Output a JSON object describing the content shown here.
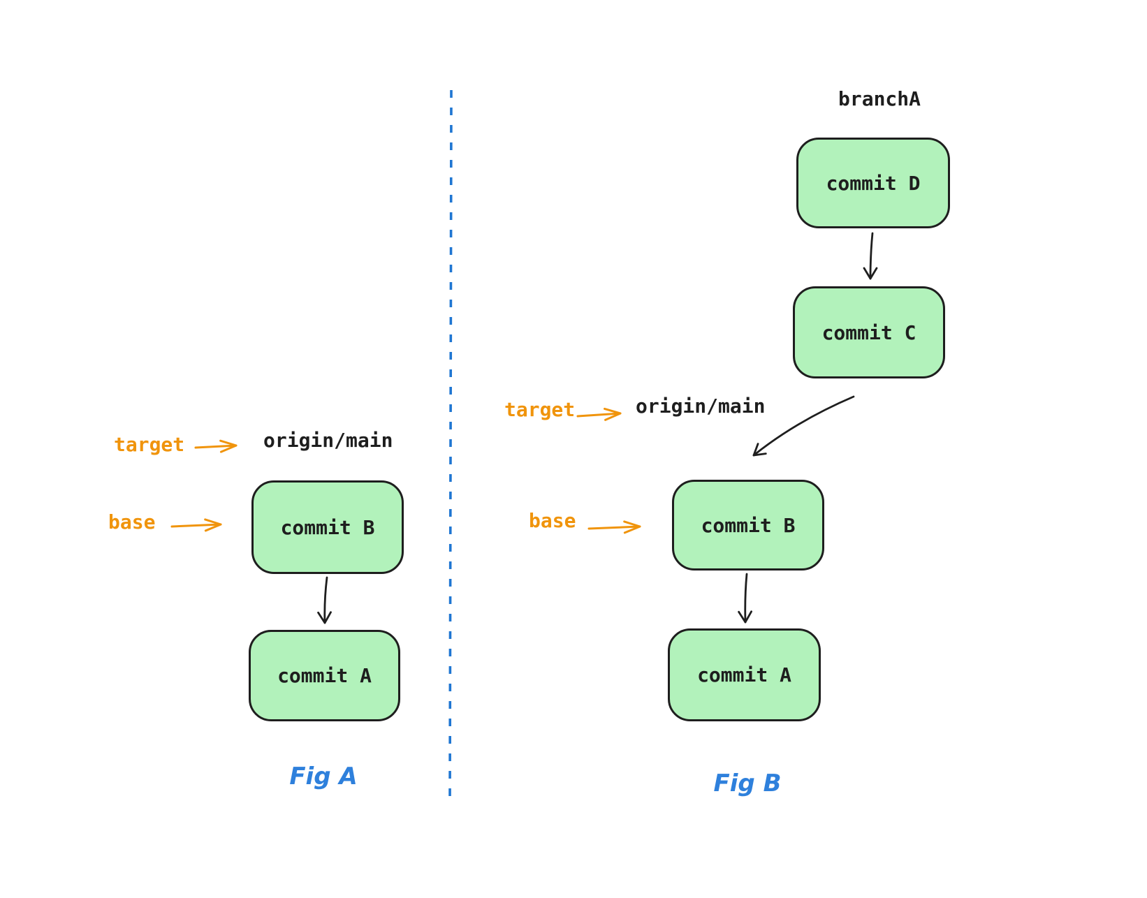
{
  "colors": {
    "background": "#ffffff",
    "node_fill": "#b2f2bb",
    "node_stroke": "#1e1e1e",
    "text": "#1e1e1e",
    "label_orange": "#f0940c",
    "divider_blue": "#1f76d2",
    "caption_blue": "#2e80dc"
  },
  "fig_a": {
    "caption": "Fig A",
    "target_label": "target",
    "base_label": "base",
    "ref_label": "origin/main",
    "commits": {
      "b": "commit B",
      "a": "commit A"
    }
  },
  "fig_b": {
    "caption": "Fig B",
    "branch_label": "branchA",
    "target_label": "target",
    "base_label": "base",
    "ref_label": "origin/main",
    "commits": {
      "d": "commit D",
      "c": "commit C",
      "b": "commit B",
      "a": "commit A"
    }
  }
}
